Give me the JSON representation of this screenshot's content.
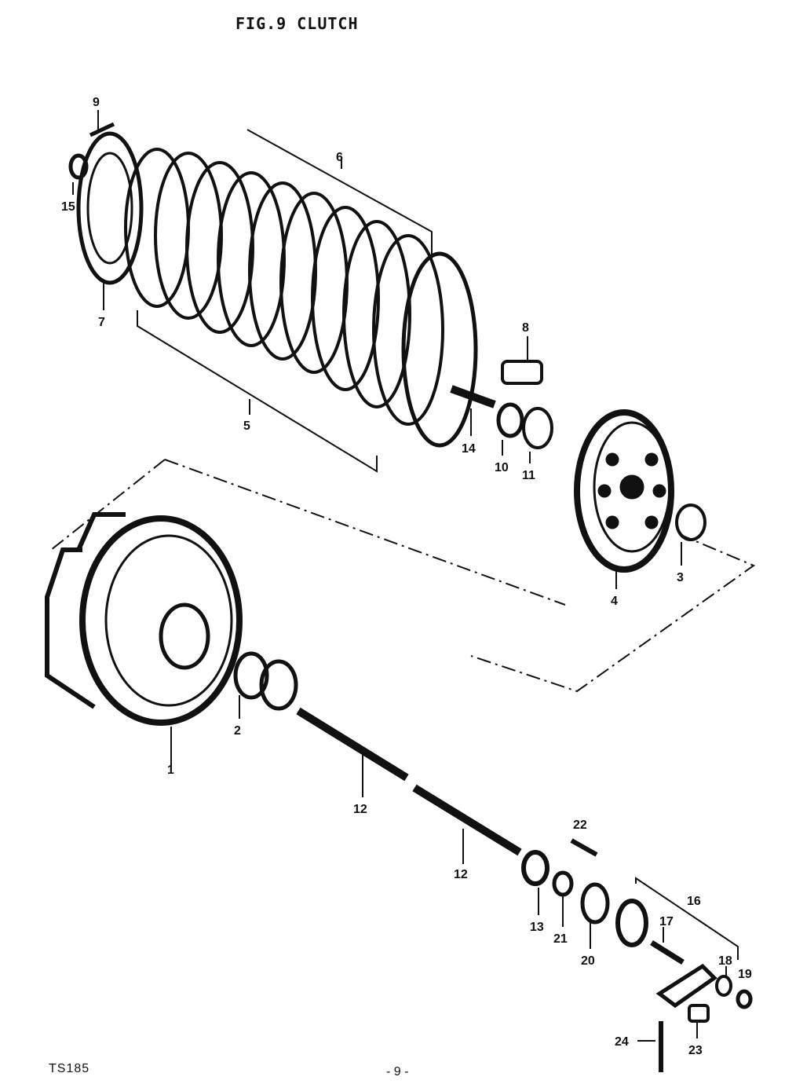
{
  "title": "FIG.9  CLUTCH",
  "footer": {
    "model": "TS185",
    "page": "- 9 -"
  },
  "callouts": [
    {
      "id": "1",
      "label": "1"
    },
    {
      "id": "2",
      "label": "2"
    },
    {
      "id": "3",
      "label": "3"
    },
    {
      "id": "4",
      "label": "4"
    },
    {
      "id": "5",
      "label": "5"
    },
    {
      "id": "6",
      "label": "6"
    },
    {
      "id": "7",
      "label": "7"
    },
    {
      "id": "8",
      "label": "8"
    },
    {
      "id": "9",
      "label": "9"
    },
    {
      "id": "10",
      "label": "10"
    },
    {
      "id": "11",
      "label": "11"
    },
    {
      "id": "12a",
      "label": "12"
    },
    {
      "id": "12b",
      "label": "12"
    },
    {
      "id": "13",
      "label": "13"
    },
    {
      "id": "14",
      "label": "14"
    },
    {
      "id": "15",
      "label": "15"
    },
    {
      "id": "16",
      "label": "16"
    },
    {
      "id": "17",
      "label": "17"
    },
    {
      "id": "18",
      "label": "18"
    },
    {
      "id": "19",
      "label": "19"
    },
    {
      "id": "20",
      "label": "20"
    },
    {
      "id": "21",
      "label": "21"
    },
    {
      "id": "22",
      "label": "22"
    },
    {
      "id": "23",
      "label": "23"
    },
    {
      "id": "24",
      "label": "24"
    }
  ]
}
